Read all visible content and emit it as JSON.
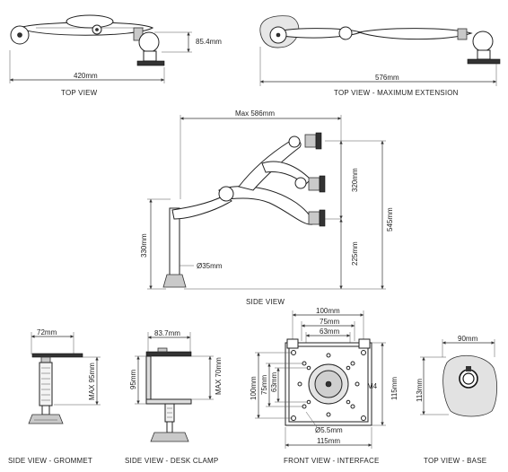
{
  "views": {
    "top": {
      "caption": "TOP VIEW",
      "dims": {
        "width": "420mm",
        "depth": "85.4mm"
      }
    },
    "top_max": {
      "caption": "TOP VIEW - MAXIMUM EXTENSION",
      "dims": {
        "width": "576mm"
      }
    },
    "side": {
      "caption": "SIDE VIEW",
      "dims": {
        "max_reach": "Max 586mm",
        "pole_height": "330mm",
        "vertical_range": "320mm",
        "total_height": "545mm",
        "min_height": "225mm",
        "pole_diameter": "Ø35mm"
      }
    },
    "grommet": {
      "caption": "SIDE VIEW - GROMMET",
      "dims": {
        "width": "72mm",
        "max_thickness": "MAX 95mm"
      }
    },
    "clamp": {
      "caption": "SIDE VIEW - DESK CLAMP",
      "dims": {
        "width": "83.7mm",
        "height": "95mm",
        "max_thickness": "MAX 70mm"
      }
    },
    "interface": {
      "caption": "FRONT VIEW - INTERFACE",
      "dims": {
        "w100": "100mm",
        "w75": "75mm",
        "w63": "63mm",
        "h100": "100mm",
        "h75": "75mm",
        "h63": "63mm",
        "screw": "M4",
        "hole": "Ø5.5mm",
        "h115": "115mm",
        "w115": "115mm"
      }
    },
    "base": {
      "caption": "TOP VIEW - BASE",
      "dims": {
        "width": "90mm",
        "height": "113mm"
      }
    }
  }
}
